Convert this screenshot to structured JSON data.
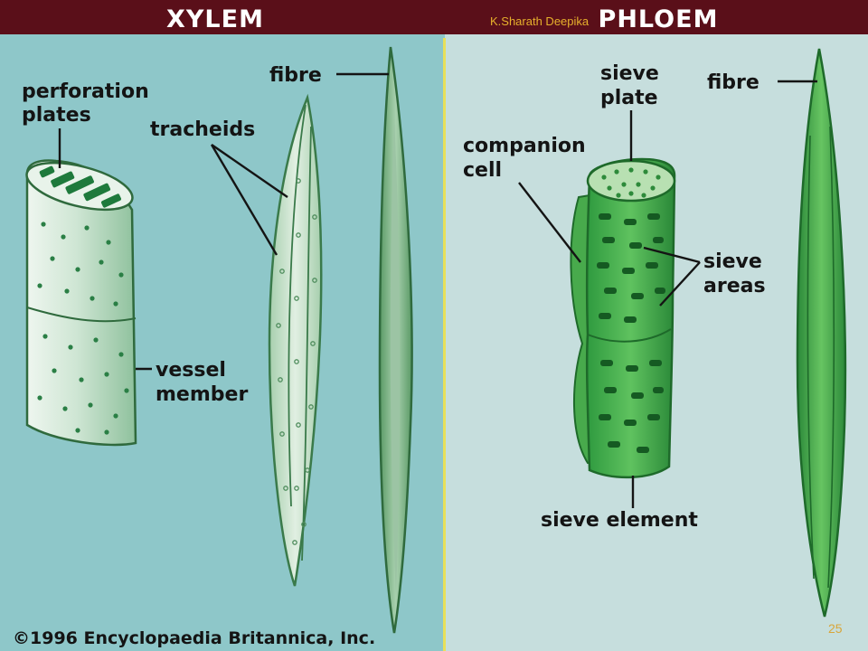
{
  "header": {
    "xylem_title": "XYLEM",
    "phloem_title": "PHLOEM",
    "author": "K.Sharath Deepika"
  },
  "xylem": {
    "perforation_plates_1": "perforation",
    "perforation_plates_2": "plates",
    "tracheids": "tracheids",
    "fibre": "fibre",
    "vessel_member_1": "vessel",
    "vessel_member_2": "member"
  },
  "phloem": {
    "sieve_plate_1": "sieve",
    "sieve_plate_2": "plate",
    "companion_cell_1": "companion",
    "companion_cell_2": "cell",
    "fibre": "fibre",
    "sieve_areas_1": "sieve",
    "sieve_areas_2": "areas",
    "sieve_element": "sieve element"
  },
  "footer": {
    "copyright": "©1996 Encyclopaedia Britannica, Inc.",
    "page_number": "25"
  },
  "colors": {
    "header_bg": "#5a0f19",
    "xylem_bg": "#8ec7c9",
    "phloem_bg": "#c6dedd",
    "divider": "#e8e05a",
    "author_text": "#e6b02c"
  }
}
